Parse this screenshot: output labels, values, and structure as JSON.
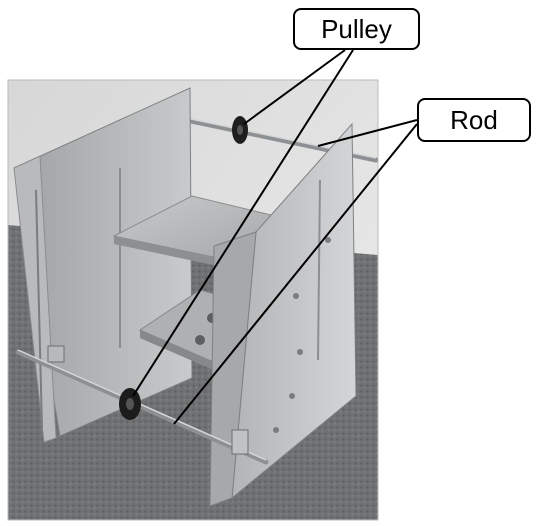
{
  "callouts": {
    "pulley": {
      "label": "Pulley"
    },
    "rod": {
      "label": "Rod"
    }
  },
  "photo": {
    "subject": "aluminum-frame-with-rods-and-pulleys",
    "colors": {
      "backdrop": "#e3e4e3",
      "carpet": "#6e7072",
      "metal_light": "#c9cbcc",
      "metal_mid": "#a9abad",
      "metal_dark": "#8a8c8e",
      "pulley": "#222222"
    }
  }
}
